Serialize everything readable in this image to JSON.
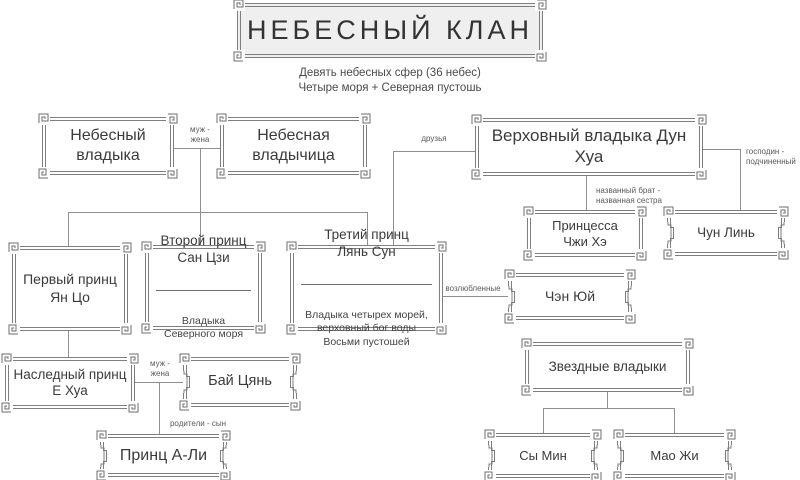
{
  "title": {
    "text": "НЕБЕСНЫЙ КЛАН",
    "subtitle_line1": "Девять небесных сфер (36 небес)",
    "subtitle_line2": "Четыре моря + Северная пустошь"
  },
  "nodes": {
    "heavenly_lord": {
      "label": "Небесный\nвладыка"
    },
    "heavenly_lady": {
      "label": "Небесная\nвладычица"
    },
    "donghua": {
      "label": "Верховный владыка Дун Хуа"
    },
    "zhihe": {
      "label": "Принцесса\nЧжи Хэ"
    },
    "chunlin": {
      "label": "Чун Линь"
    },
    "first_prince": {
      "label": "Первый принц\nЯн Цо"
    },
    "second_prince": {
      "title": "Второй принц\nСан Цзи",
      "subtitle": "Владыка\nСеверного моря"
    },
    "third_prince": {
      "title": "Третий принц\nЛянь Сун",
      "subtitle": "Владыка четырех морей,\nверховный бог воды\nВосьми пустошей"
    },
    "chengyu": {
      "label": "Чэн Юй"
    },
    "crown_prince": {
      "label": "Наследный принц\nЕ Хуа"
    },
    "baiqian": {
      "label": "Бай Цянь"
    },
    "ali": {
      "label": "Принц А-Ли"
    },
    "star_lords": {
      "label": "Звездные владыки"
    },
    "siming": {
      "label": "Сы Мин"
    },
    "maoji": {
      "label": "Мао Жи"
    }
  },
  "edges": {
    "husband_wife_top": "муж -\nжена",
    "friends": "друзья",
    "lord_subordinate": "господин -\nподчиненный",
    "named_siblings": "названный брат -\nназванная сестра",
    "lovers": "возлюбленные",
    "husband_wife_bottom": "муж -\nжена",
    "parents_son": "родители - сын"
  },
  "icons": {
    "corner-ornament-icon": "greek-key-spiral-square",
    "side-ornament-icon": "stepped-bracket-notch"
  },
  "colors": {
    "box_border": "#7e7e7e",
    "connector_line": "#8f8f8f",
    "text": "#3b3b3b",
    "edge_label_text": "#5a5a5a",
    "title_box_bg": "#efefef"
  }
}
